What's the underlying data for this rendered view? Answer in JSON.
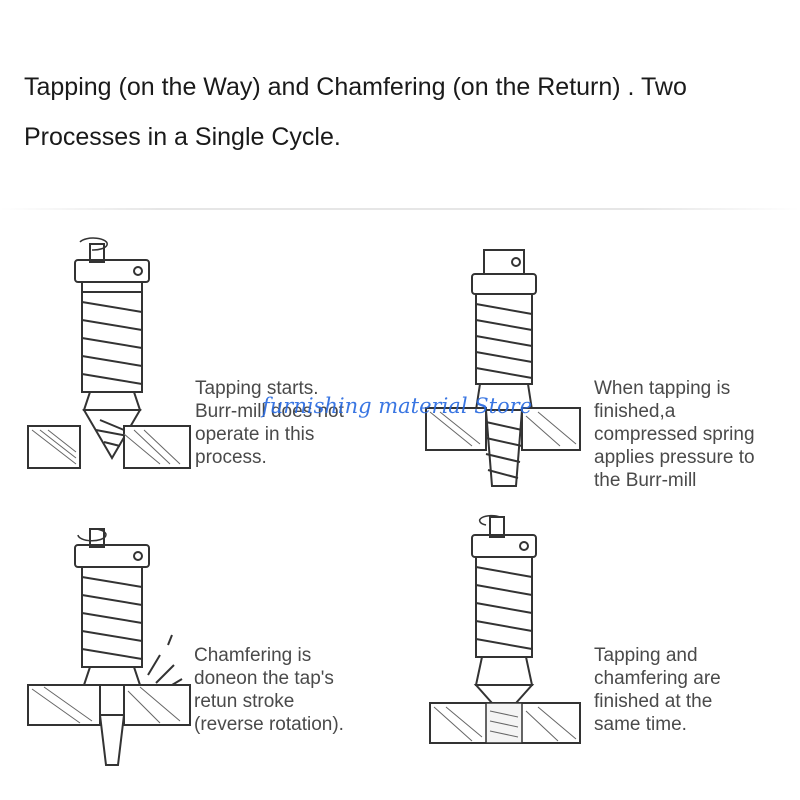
{
  "title": {
    "line1": "Tapping (on the Way) and Chamfering (on the Return) . Two",
    "line2": "Processes in a Single Cycle."
  },
  "steps": [
    {
      "lines": [
        "Tapping starts.",
        "Burr-mill does not",
        "operate in this",
        "process."
      ]
    },
    {
      "lines": [
        "When tapping is",
        "finished,a",
        "compressed spring",
        "applies pressure to",
        "the Burr-mill"
      ]
    },
    {
      "lines": [
        "Chamfering is",
        "doneon the tap's",
        "retun stroke",
        "(reverse rotation)."
      ]
    },
    {
      "lines": [
        "Tapping and",
        "chamfering are",
        "finished at the",
        "same time."
      ]
    }
  ],
  "watermark": "furnishing material Store",
  "colors": {
    "line": "#333333",
    "caption": "#4a4a4a",
    "watermark": "#2a6be0"
  }
}
